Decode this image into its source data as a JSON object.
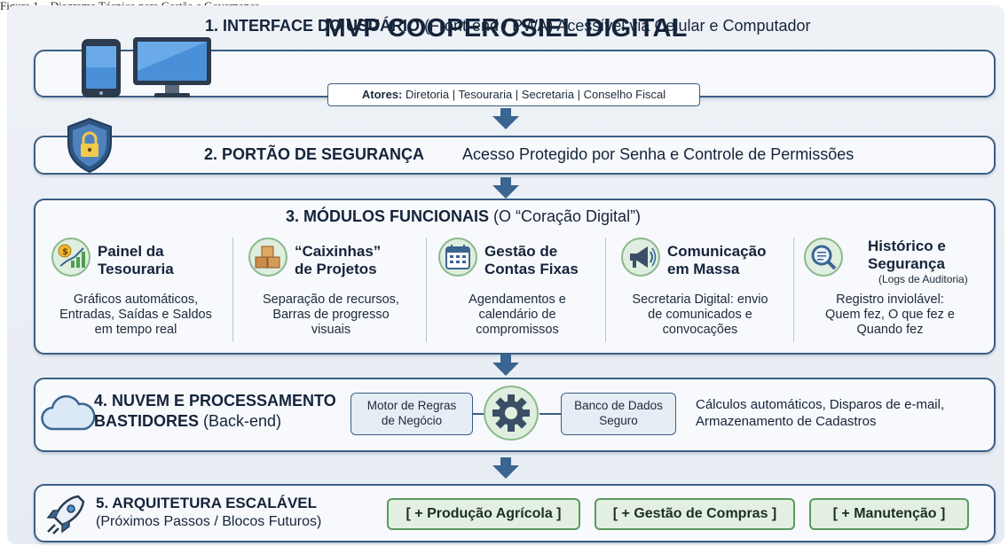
{
  "caption": "Figura 1 – Diagrama Técnico para Gestão e Governança",
  "title": "MVP COOPEROSIEL DIGITAL",
  "section1": {
    "title_bold": "1. INTERFACE DO USUÁRIO",
    "title_rest": " (Front-end / PWA)  Acessível via Celular e Computador",
    "actors_label": "Atores:",
    "actors_list": " Diretoria | Tesouraria | Secretaria | Conselho Fiscal"
  },
  "section2": {
    "title": "2. PORTÃO DE SEGURANÇA",
    "desc": "Acesso Protegido por Senha e Controle de Permissões"
  },
  "section3": {
    "title_bold": "3. MÓDULOS FUNCIONAIS",
    "title_rest": " (O “Coração Digital”)",
    "modules": [
      {
        "icon": "finance-chart-icon",
        "title1": "Painel da",
        "title2": "Tesouraria",
        "note": "",
        "desc1": "Gráficos automáticos,",
        "desc2": "Entradas, Saídas e Saldos",
        "desc3": "em tempo real"
      },
      {
        "icon": "boxes-icon",
        "title1": "“Caixinhas”",
        "title2": "de Projetos",
        "note": "",
        "desc1": "Separação de recursos,",
        "desc2": "Barras de progresso",
        "desc3": "visuais"
      },
      {
        "icon": "calendar-icon",
        "title1": "Gestão de",
        "title2": "Contas Fixas",
        "note": "",
        "desc1": "Agendamentos e",
        "desc2": "calendário de",
        "desc3": "compromissos"
      },
      {
        "icon": "megaphone-icon",
        "title1": "Comunicação",
        "title2": "em Massa",
        "note": "",
        "desc1": "Secretaria Digital: envio",
        "desc2": "de comunicados e",
        "desc3": "convocações"
      },
      {
        "icon": "magnifier-document-icon",
        "title1": "Histórico e",
        "title2": "Segurança",
        "note": "(Logs de Auditoria)",
        "desc1": "Registro inviolável:",
        "desc2": "Quem fez, O que fez e",
        "desc3": "Quando fez"
      }
    ]
  },
  "section4": {
    "title1": "4. NUVEM E PROCESSAMENTO",
    "title2_bold": "BASTIDORES",
    "title2_rest": " (Back-end)",
    "pill_left1": "Motor de Regras",
    "pill_left2": "de Negócio",
    "pill_right1": "Banco de Dados",
    "pill_right2": "Seguro",
    "desc1": "Cálculos automáticos, Disparos de e-mail,",
    "desc2": "Armazenamento de Cadastros"
  },
  "section5": {
    "title": "5. ARQUITETURA ESCALÁVEL",
    "subtitle": "(Próximos Passos / Blocos Futuros)",
    "blocks": [
      "[ + Produção Agrícola ]",
      "[ + Gestão de Compras ]",
      "[ + Manutenção ]"
    ]
  },
  "colors": {
    "border": "#3b5e85",
    "arrow": "#3a6590",
    "module_icon_bg": "#dfeede",
    "future_block_bg": "#e3f0e1",
    "future_block_border": "#5a9a60"
  }
}
